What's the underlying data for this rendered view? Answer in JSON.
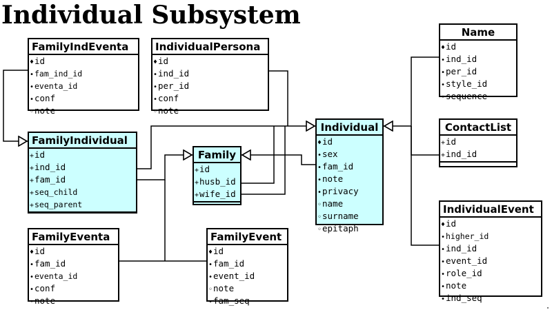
{
  "title": "Individual Subsystem",
  "entities": {
    "family_ind_eventa": {
      "name": "FamilyIndEventa",
      "fields": [
        {
          "mark": "♦",
          "name": "id"
        },
        {
          "mark": "•",
          "name": "fam_ind_id"
        },
        {
          "mark": "•",
          "name": "eventa_id"
        },
        {
          "mark": "•",
          "name": "conf"
        },
        {
          "mark": "◦",
          "name": "note"
        }
      ]
    },
    "individual_persona": {
      "name": "IndividualPersona",
      "fields": [
        {
          "mark": "♦",
          "name": "id"
        },
        {
          "mark": "•",
          "name": "ind_id"
        },
        {
          "mark": "•",
          "name": "per_id"
        },
        {
          "mark": "•",
          "name": "conf"
        },
        {
          "mark": "◦",
          "name": "note"
        }
      ]
    },
    "name": {
      "name": "Name",
      "fields": [
        {
          "mark": "♦",
          "name": "id"
        },
        {
          "mark": "•",
          "name": "ind_id"
        },
        {
          "mark": "•",
          "name": "per_id"
        },
        {
          "mark": "•",
          "name": "style_id"
        },
        {
          "mark": "◦",
          "name": "sequence"
        }
      ]
    },
    "family_individual": {
      "name": "FamilyIndividual",
      "fields": [
        {
          "mark": "+",
          "name": "id"
        },
        {
          "mark": "+",
          "name": "ind_id"
        },
        {
          "mark": "+",
          "name": "fam_id"
        },
        {
          "mark": "+",
          "name": "seq_child"
        },
        {
          "mark": "+",
          "name": "seq_parent"
        }
      ]
    },
    "family": {
      "name": "Family",
      "fields": [
        {
          "mark": "+",
          "name": "id"
        },
        {
          "mark": "+",
          "name": "husb_id"
        },
        {
          "mark": "+",
          "name": "wife_id"
        }
      ]
    },
    "individual": {
      "name": "Individual",
      "fields": [
        {
          "mark": "♦",
          "name": "id"
        },
        {
          "mark": "•",
          "name": "sex"
        },
        {
          "mark": "•",
          "name": "fam_id"
        },
        {
          "mark": "•",
          "name": "note"
        },
        {
          "mark": "•",
          "name": "privacy"
        },
        {
          "mark": "◦",
          "name": "name"
        },
        {
          "mark": "◦",
          "name": "surname"
        },
        {
          "mark": "◦",
          "name": "epitaph"
        }
      ]
    },
    "contact_list": {
      "name": "ContactList",
      "fields": [
        {
          "mark": "+",
          "name": "id"
        },
        {
          "mark": "+",
          "name": "ind_id"
        }
      ]
    },
    "family_eventa": {
      "name": "FamilyEventa",
      "fields": [
        {
          "mark": "♦",
          "name": "id"
        },
        {
          "mark": "•",
          "name": "fam_id"
        },
        {
          "mark": "•",
          "name": "eventa_id"
        },
        {
          "mark": "•",
          "name": "conf"
        },
        {
          "mark": "◦",
          "name": "note"
        }
      ]
    },
    "family_event": {
      "name": "FamilyEvent",
      "fields": [
        {
          "mark": "♦",
          "name": "id"
        },
        {
          "mark": "•",
          "name": "fam_id"
        },
        {
          "mark": "•",
          "name": "event_id"
        },
        {
          "mark": "◦",
          "name": "note"
        },
        {
          "mark": "•",
          "name": "fam_seq"
        }
      ]
    },
    "individual_event": {
      "name": "IndividualEvent",
      "fields": [
        {
          "mark": "♦",
          "name": "id"
        },
        {
          "mark": "•",
          "name": "higher_id"
        },
        {
          "mark": "•",
          "name": "ind_id"
        },
        {
          "mark": "•",
          "name": "event_id"
        },
        {
          "mark": "•",
          "name": "role_id"
        },
        {
          "mark": "•",
          "name": "note"
        },
        {
          "mark": "•",
          "name": "ind_seq"
        }
      ]
    }
  }
}
